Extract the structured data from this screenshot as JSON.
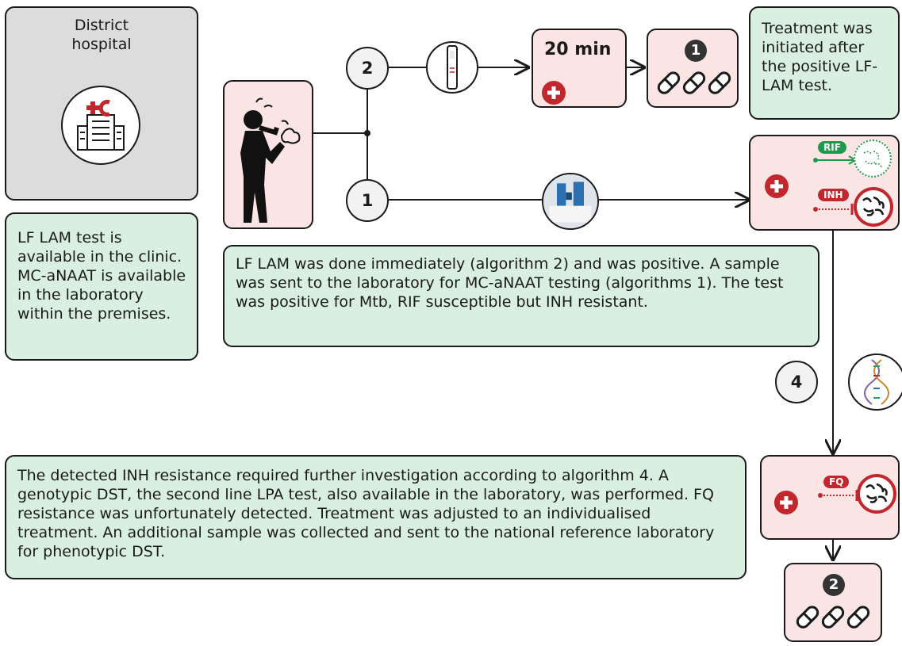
{
  "district_box": {
    "title": "District\nhospital",
    "icon": "hospital-icon"
  },
  "availability_note": "LF LAM test is available in the clinic. MC-aNAAT is available in the laboratory within the premises.",
  "step_labels": {
    "algo2": "2",
    "algo1": "1",
    "algo4": "4"
  },
  "lflam_result": {
    "time": "20 min",
    "regimen_number": "1"
  },
  "treatment_note": "Treatment was initiated after the positive LF-LAM test.",
  "mcanaat_result": {
    "rif_label": "RIF",
    "inh_label": "INH"
  },
  "lpa_result": {
    "fq_label": "FQ"
  },
  "summary_note_1": "LF LAM was done immediately (algorithm 2) and was positive. A sample was sent to the laboratory for MC-aNAAT testing (algorithms 1). The test was positive for Mtb, RIF susceptible but INH resistant.",
  "summary_note_2": "The detected INH resistance required further investigation according to algorithm 4. A genotypic DST, the second line LPA test, also available in the laboratory, was performed. FQ resistance was unfortunately detected. Treatment was adjusted to an individualised treatment. An additional sample was collected and sent to the national reference laboratory for phenotypic DST.",
  "final_regimen": {
    "regimen_number": "2"
  },
  "colors": {
    "green_box": "#d9efe0",
    "pink_box": "#fbe5e4",
    "gray_box": "#dcdcdc",
    "red": "#c1272d",
    "green_accent": "#1f9a4c"
  }
}
